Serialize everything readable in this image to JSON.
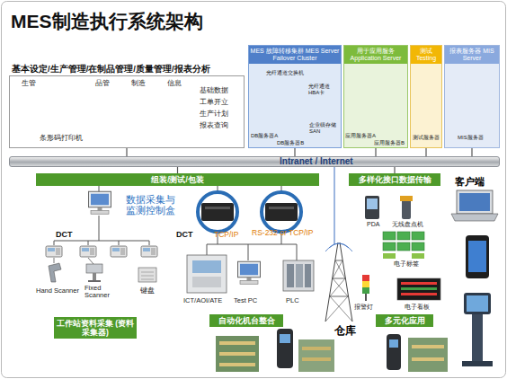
{
  "diagram": {
    "title": "MES制造执行系统架构",
    "nodes": [
      {
        "text": [
          "基本设定/生产管理/在制品管理/质量管理/报表分析"
        ]
      },
      {
        "text": [
          "MES 故障转移集群 MES Server Failover Cluster"
        ]
      },
      {
        "text": [
          "用于应用服务 Application Server"
        ]
      },
      {
        "text": [
          "测试 Testing"
        ]
      },
      {
        "text": [
          "报表服务器 MIS Server"
        ]
      },
      {
        "text": [
          "Intranet / Internet"
        ]
      },
      {
        "text": [
          "组装/测试/包装"
        ]
      },
      {
        "text": [
          "多样化接口数据传输"
        ]
      },
      {
        "text": [
          "工作站资料采集 (资料采集器)"
        ]
      },
      {
        "text": [
          "自动化机台整合"
        ]
      },
      {
        "text": [
          "多元化应用"
        ]
      }
    ],
    "edges": [
      {
        "from": 0,
        "to": 5,
        "arrow": "none"
      },
      {
        "from": 1,
        "to": 5,
        "arrow": "none"
      },
      {
        "from": 2,
        "to": 5,
        "arrow": "none"
      },
      {
        "from": 3,
        "to": 5,
        "arrow": "none"
      },
      {
        "from": 4,
        "to": 5,
        "arrow": "none"
      },
      {
        "from": 5,
        "to": 6,
        "arrow": "none"
      },
      {
        "from": 5,
        "to": 7,
        "arrow": "none"
      }
    ],
    "labels": [
      "生管",
      "品管",
      "制造",
      "信息",
      "条形码打印机",
      "基础数据",
      "工单开立",
      "生产计划",
      "报表查询",
      "光纤通道交换机",
      "光纤通道HBA卡",
      "DB服务器A",
      "DB服务器B",
      "企业级存储 SAN",
      "应用服务器A",
      "应用服务器B",
      "测试服务器",
      "MIS服务器",
      "客户端",
      "数据采集与 监测控制盒",
      "DCT",
      "DCT",
      "TCP/IP",
      "RS-232 or TCP/IP",
      "Hand Scanner",
      "Fixed Scanner",
      "键盘",
      "ICT/AOI/ATE",
      "Test PC",
      "PLC",
      "PDA",
      "无线盘点机",
      "电子标签",
      "报警灯",
      "电子看板",
      "仓库"
    ]
  }
}
